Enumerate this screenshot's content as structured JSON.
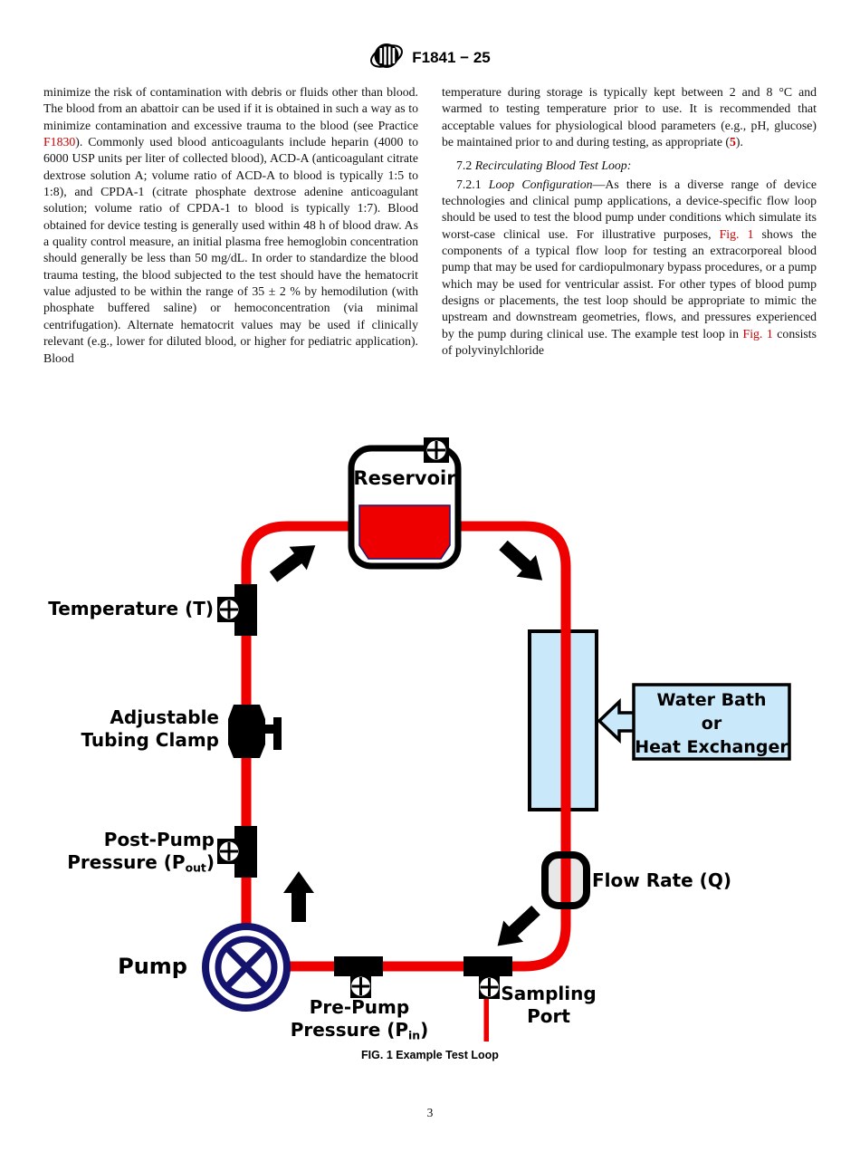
{
  "header": {
    "doc_code": "F1841 − 25"
  },
  "page_number": "3",
  "columns": {
    "left_p1": [
      {
        "t": "minimize the risk of contamination with debris or fluids other than blood. The blood from an abattoir can be used if it is obtained in such a way as to minimize contamination and excessive trauma to the blood (see Practice "
      },
      {
        "t": "F1830",
        "cls": "red",
        "link": true
      },
      {
        "t": "). Commonly used blood anticoagulants include heparin (4000 to 6000 USP units per liter of collected blood), ACD-A (anticoagulant citrate dextrose solution A; volume ratio of ACD-A to blood is typically 1:5 to 1:8), and CPDA-1 (citrate phosphate dextrose adenine anticoagulant solution; volume ratio of CPDA-1 to blood is typically 1:7). Blood obtained for device testing is generally used within 48 h of blood draw. As a quality control measure, an initial plasma free hemoglobin concentration should generally be less than 50 mg/dL. In order to standardize the blood trauma testing, the blood subjected to the test should have the hematocrit value adjusted to be within the range of 35 ± 2 % by hemodilution (with phosphate buffered saline) or hemoconcentration (via minimal centrifugation). Alternate hematocrit values may be used if clinically relevant (e.g., lower for diluted blood, or higher for pediatric application). Blood"
      }
    ],
    "right_p1": [
      {
        "t": "temperature during storage is typically kept between 2 and 8 °C and warmed to testing temperature prior to use. It is recommended that acceptable values for physiological blood parameters (e.g., pH, glucose) be maintained prior to and during testing, as appropriate ("
      },
      {
        "t": "5",
        "cls": "redbold",
        "link": true
      },
      {
        "t": ")."
      }
    ],
    "right_p2": [
      {
        "t": "7.2 "
      },
      {
        "t": "Recirculating Blood Test Loop:",
        "cls": "it"
      }
    ],
    "right_p3": [
      {
        "t": "7.2.1 "
      },
      {
        "t": "Loop Configuration",
        "cls": "it"
      },
      {
        "t": "—As there is a diverse range of device technologies and clinical pump applications, a device-specific flow loop should be used to test the blood pump under conditions which simulate its worst-case clinical use. For illustrative purposes, "
      },
      {
        "t": "Fig. 1",
        "cls": "red",
        "link": true
      },
      {
        "t": " shows the components of a typical flow loop for testing an extracorporeal blood pump that may be used for cardiopulmonary bypass procedures, or a pump which may be used for ventricular assist. For other types of blood pump designs or placements, the test loop should be appropriate to mimic the upstream and downstream geometries, flows, and pressures experienced by the pump during clinical use. The example test loop in "
      },
      {
        "t": "Fig. 1",
        "cls": "red",
        "link": true
      },
      {
        "t": " consists of polyvinylchloride"
      }
    ]
  },
  "figure": {
    "caption": "FIG. 1 Example Test Loop",
    "labels": {
      "reservoir": "Reservoir",
      "temperature": "Temperature (T)",
      "clamp_l1": "Adjustable",
      "clamp_l2": "Tubing Clamp",
      "post_pump_l1": "Post-Pump",
      "post_pump_l2": [
        {
          "t": "Pressure (P"
        },
        {
          "t": "out",
          "cls": "sub"
        },
        {
          "t": ")"
        }
      ],
      "pump": "Pump",
      "pre_pump_l1": "Pre-Pump",
      "pre_pump_l2": [
        {
          "t": "Pressure (P"
        },
        {
          "t": "in",
          "cls": "sub"
        },
        {
          "t": ")"
        }
      ],
      "sampling_l1": "Sampling",
      "sampling_l2": "Port",
      "flow_rate": "Flow Rate (Q)",
      "bath_l1": "Water Bath",
      "bath_l2": "or",
      "bath_l3": "Heat Exchanger"
    },
    "colors": {
      "tube_red": "#ee0000",
      "pump_navy": "#14146e",
      "bath_blue": "#c9e9fa",
      "flow_sensor_gray": "#e8e8e8",
      "reservoir_outline_blue": "#1a1a70",
      "link_red": "#cc0000"
    }
  }
}
